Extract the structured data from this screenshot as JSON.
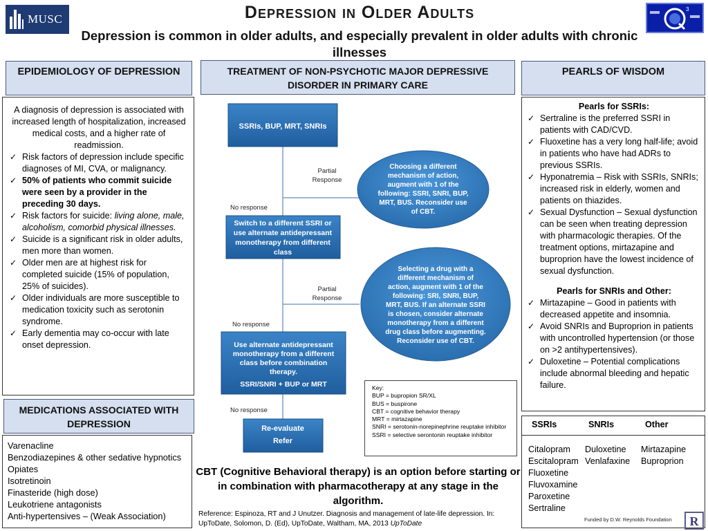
{
  "header": {
    "logo_text": "MUSC",
    "title": "Depression in Older Adults",
    "subtitle": "Depression is common in older adults, and especially prevalent in older adults with chronic illnesses"
  },
  "epidemiology": {
    "heading": "EPIDEMIOLOGY OF DEPRESSION",
    "intro": "A diagnosis of depression is associated with increased length of hospitalization, increased medical costs, and a higher rate of readmission.",
    "bullet1": "Risk factors of depression include specific diagnoses of MI, CVA, or malignancy.",
    "bullet2": "50% of patients who commit suicide were seen by a provider in the preceding 30 days.",
    "bullet3_lead": "Risk factors for suicide: ",
    "bullet3_italic": "living alone, male, alcoholism, comorbid physical illnesses.",
    "bullet4": "Suicide is a significant risk in older adults, men more than women.",
    "bullet5": "Older men are at highest risk for completed suicide (15% of population, 25% of suicides).",
    "bullet6": "Older individuals are more susceptible to medication toxicity such as serotonin syndrome.",
    "bullet7": "Early dementia may co-occur with late onset depression."
  },
  "medications": {
    "heading": "MEDICATIONS ASSOCIATED WITH DEPRESSION",
    "items": [
      "Varenacline",
      "Benzodiazepines & other sedative hypnotics",
      "Opiates",
      "Isotretinoin",
      "Finasteride (high dose)",
      "Leukotriene antagonists",
      "Anti-hypertensives – (Weak Association)"
    ]
  },
  "treatment": {
    "heading": "TREATMENT OF NON-PSYCHOTIC MAJOR DEPRESSIVE DISORDER IN PRIMARY CARE",
    "step1": "SSRIs, BUP, MRT, SNRIs",
    "step2_lines": [
      "Switch to a different SSRI or",
      "use alternate antidepressant",
      "monotherapy from different",
      "class"
    ],
    "step3_lines": [
      "Use alternate antidepressant",
      "monotherapy from a different",
      "class before combination",
      "therapy.",
      "",
      "SSRI/SNRI + BUP or MRT"
    ],
    "step4_lines": [
      "Re-evaluate",
      "Refer"
    ],
    "ellipse1_lines": [
      "Choosing a different",
      "mechanism of action,",
      "augment with 1 of the",
      "following:  SSRI, SNRI, BUP,",
      "MRT, BUS. Reconsider use",
      "of CBT."
    ],
    "ellipse2_lines": [
      "Selecting a drug with a",
      "different mechanism of",
      "action, augment with 1 of the",
      "following: SRI, SNRI, BUP,",
      "MRT, BUS. If an alternate SSRI",
      "is chosen, consider alternate",
      "monotherapy from a different",
      "drug class before augmenting.",
      "Reconsider use of CBT."
    ],
    "partial_response": [
      "Partial",
      "Response"
    ],
    "no_response": "No response",
    "cbt_note": "CBT (Cognitive Behavioral therapy) is an option before starting or in combination with pharmacotherapy at any stage in the algorithm.",
    "reference": "Reference: Espinoza, RT and J Unutzer. Diagnosis and management of late-life depression. In: UpToDate, Solomon, D. (Ed), UpToDate, Waltham, MA, 2013 ",
    "reference_italic": "UpToDate"
  },
  "key": {
    "title": "Key:",
    "items": [
      "BUP = bupropion SR/XL",
      "BUS = buspirone",
      "CBT = cognitive behavior therapy",
      "MRT = mirtazapine",
      "SNRI = serotonin-norepinephrine reuptake inhibitor",
      "SSRI = selective serontonin reuptake inhibitor"
    ]
  },
  "pearls": {
    "heading": "PEARLS OF WISDOM",
    "ssri_title": "Pearls for SSRIs:",
    "ssri1": " Sertraline is the preferred SSRI in patients with CAD/CVD.",
    "ssri2": "Fluoxetine has a very long half-life; avoid in patients who have had ADRs to previous SSRIs.",
    "ssri3": "Hyponatremia – Risk with SSRIs, SNRIs; increased risk in elderly, women and patients on thiazides.",
    "ssri4": "Sexual Dysfunction – Sexual dysfunction can be seen when treating depression with pharmacologic therapies. Of the treatment options, mirtazapine and buproprion have the lowest incidence of sexual dysfunction.",
    "snri_title": "Pearls for SNRIs and Other:",
    "snri1": " Mirtazapine – Good in patients with decreased appetite and insomnia.",
    "snri2": "Avoid SNRIs and Buproprion in patients with uncontrolled hypertension (or those on >2 antihypertensives).",
    "snri3": "Duloxetine – Potential complications include abnormal bleeding and hepatic failure."
  },
  "drug_table": {
    "headers": [
      "SSRIs",
      "SNRIs",
      "Other"
    ],
    "ssris": [
      "Citalopram",
      "Escitalopram",
      "Fluoxetine",
      "Fluvoxamine",
      "Paroxetine",
      "Sertraline"
    ],
    "snris": [
      "Duloxetine",
      "Venlafaxine"
    ],
    "other": [
      "Mirtazapine",
      "Buproprion"
    ]
  },
  "footer": {
    "funded": "Funded by D.W. Reynolds Foundation"
  },
  "colors": {
    "box_blue": "#2e74b5",
    "ellipse_blue": "#3b86c8",
    "header_fill": "#d5dff0",
    "logo_navy": "#1f3b73"
  }
}
